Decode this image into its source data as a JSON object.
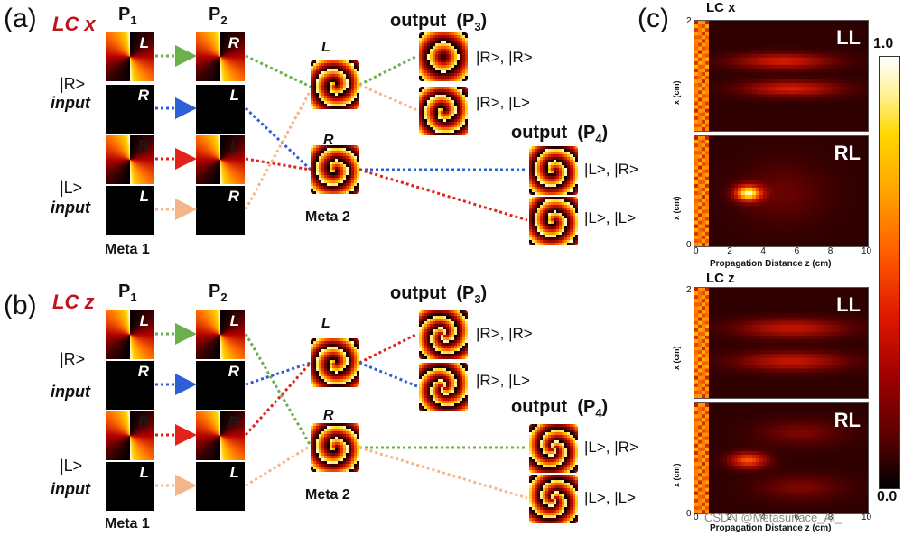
{
  "panels": {
    "a": {
      "label": "(a)",
      "lc": "LC x",
      "p1": "P",
      "p1_sub": "1",
      "p2": "P",
      "p2_sub": "2",
      "r_input_ket": "|R>",
      "r_input_word": "input",
      "l_input_ket": "|L>",
      "l_input_word": "input",
      "meta1": "Meta 1",
      "meta2": "Meta 2",
      "meta2_L": "L",
      "meta2_R": "R",
      "out3": "output",
      "out3_p": "(P",
      "out3_sub": "3",
      "out3_close": ")",
      "out4": "output",
      "out4_p": "(P",
      "out4_sub": "4",
      "out4_close": ")",
      "ket_rr": "|R>, |R>",
      "ket_rl": "|R>, |L>",
      "ket_lr": "|L>, |R>",
      "ket_ll": "|L>, |L>",
      "tiles_p1": [
        "L",
        "R",
        "R",
        "L"
      ],
      "tiles_p2": [
        "R",
        "L",
        "L",
        "R"
      ]
    },
    "b": {
      "label": "(b)",
      "lc": "LC z",
      "p1": "P",
      "p1_sub": "1",
      "p2": "P",
      "p2_sub": "2",
      "r_input_ket": "|R>",
      "r_input_word": "input",
      "l_input_ket": "|L>",
      "l_input_word": "input",
      "meta1": "Meta 1",
      "meta2": "Meta 2",
      "meta2_L": "L",
      "meta2_R": "R",
      "out3": "output",
      "out3_p": "(P",
      "out3_sub": "3",
      "out3_close": ")",
      "out4": "output",
      "out4_p": "(P",
      "out4_sub": "4",
      "out4_close": ")",
      "ket_rr": "|R>, |R>",
      "ket_rl": "|R>, |L>",
      "ket_lr": "|L>, |R>",
      "ket_ll": "|L>, |L>",
      "tiles_p1": [
        "L",
        "R",
        "R",
        "L"
      ],
      "tiles_p2": [
        "L",
        "R",
        "R",
        "L"
      ]
    },
    "c": {
      "label": "(c)",
      "lc_x": "LC x",
      "lc_z": "LC z",
      "plots": [
        "LL",
        "RL",
        "LL",
        "RL"
      ],
      "ylabel": "x (cm)",
      "xlabel": "Propagation Distance z (cm)",
      "y_ticks_top": [
        "2",
        "0"
      ],
      "x_ticks": [
        "0",
        "2",
        "4",
        "6",
        "8",
        "10"
      ],
      "colorbar_max": "1.0",
      "colorbar_min": "0.0"
    }
  },
  "colors": {
    "green": "#6ab04c",
    "blue": "#2f5fd6",
    "red": "#e2231a",
    "peach": "#f5b58a",
    "lc_red": "#c0141b"
  },
  "watermark": "CSDN @Metasurface_AI_"
}
